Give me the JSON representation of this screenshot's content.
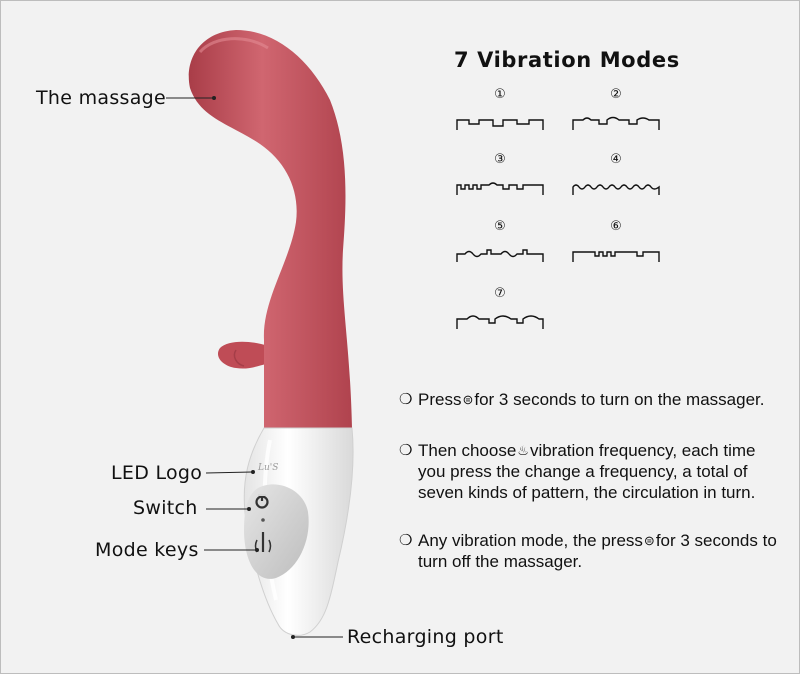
{
  "labels": {
    "massage": "The massage",
    "led_logo": "LED Logo",
    "switch": "Switch",
    "mode_keys": "Mode keys",
    "recharging_port": "Recharging port"
  },
  "modes": {
    "title": "7 Vibration Modes",
    "items": [
      {
        "num": "①"
      },
      {
        "num": "②"
      },
      {
        "num": "③"
      },
      {
        "num": "④"
      },
      {
        "num": "⑤"
      },
      {
        "num": "⑥"
      },
      {
        "num": "⑦"
      }
    ]
  },
  "instructions": [
    {
      "bullet": "❍",
      "before": "Press",
      "icon": "power-icon",
      "icon_glyph": "⊜",
      "after": "for 3 seconds to turn on the massager."
    },
    {
      "bullet": "❍",
      "before": " Then choose",
      "icon": "mode-icon",
      "icon_glyph": "♨",
      "after": "vibration frequency, each time you press the change a frequency, a total of seven kinds of pattern, the circulation in turn."
    },
    {
      "bullet": "❍",
      "before": "Any vibration mode, the press",
      "icon": "power-icon",
      "icon_glyph": "⊜",
      "after": "for 3 seconds to turn off the massager."
    }
  ],
  "colors": {
    "background": "#f2f2f2",
    "silicone": "#c6525c",
    "handle": "#f4f4f4",
    "button_panel": "#d6d6d6"
  }
}
